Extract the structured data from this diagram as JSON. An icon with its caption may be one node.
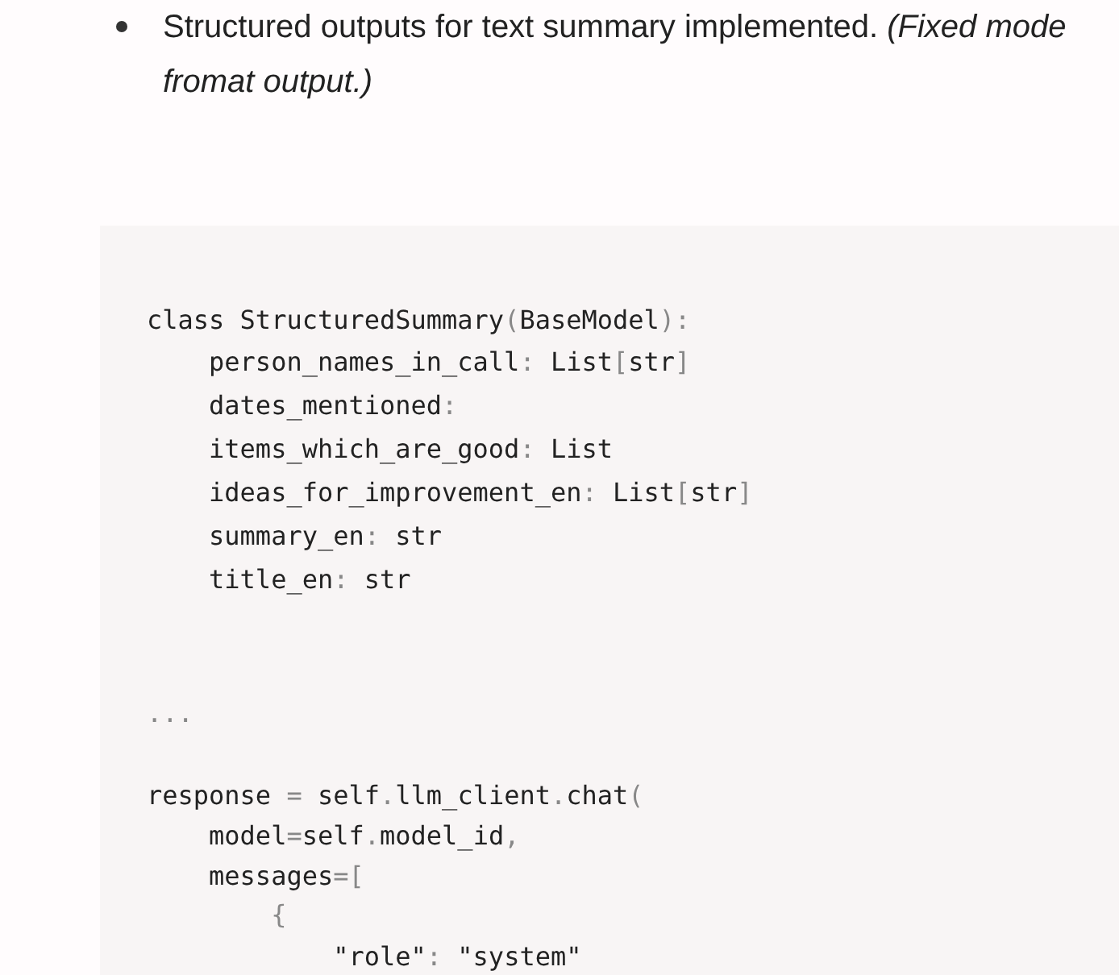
{
  "diagram": {
    "labels": [
      "Structured outputs for text summary implemented. *(Fixed mode fromat output.)*",
      "class StructuredSummary(BaseModel):",
      "    person_names_in_call: List[str]",
      "    dates_mentioned:",
      "    items_which_are_good: List",
      "    ideas_for_improvement_en: List[str]",
      "    summary_en: str",
      "    title_en: str",
      "...",
      "response = self.llm_client.chat(",
      "    model=self.model_id,",
      "    messages=[",
      "        {",
      "            \"role\": \"system\""
    ]
  }
}
